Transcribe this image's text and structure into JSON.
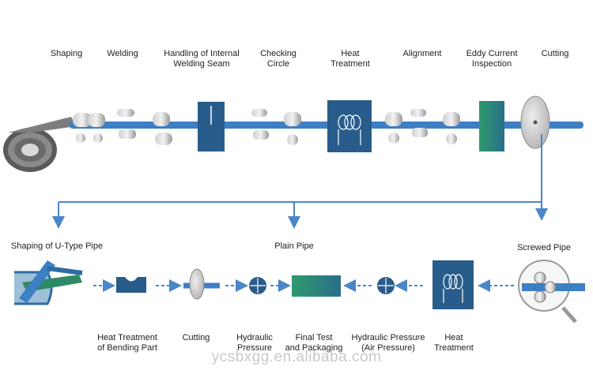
{
  "top_stages": [
    {
      "id": "shaping",
      "label": "Shaping"
    },
    {
      "id": "welding",
      "label": "Welding"
    },
    {
      "id": "handling",
      "label": "Handling of Internal\nWelding Seam"
    },
    {
      "id": "checking",
      "label": "Checking\nCircle"
    },
    {
      "id": "heat",
      "label": "Heat\nTreatment"
    },
    {
      "id": "alignment",
      "label": "Alignment"
    },
    {
      "id": "eddy",
      "label": "Eddy Current\nInspection"
    },
    {
      "id": "cutting",
      "label": "Cutting"
    }
  ],
  "branches": {
    "left": "Shaping of U-Type Pipe",
    "middle": "Plain Pipe",
    "right": "Screwed Pipe"
  },
  "bottom_stages": [
    {
      "id": "heat_bend",
      "label": "Heat Treatment\nof Bending Part"
    },
    {
      "id": "cutting2",
      "label": "Cutting"
    },
    {
      "id": "hydraulic",
      "label": "Hydraulic\nPressure"
    },
    {
      "id": "final",
      "label": "Final Test\nand Packaging"
    },
    {
      "id": "hydraulic_air",
      "label": "Hydraulic Pressure\n(Air Pressure)"
    },
    {
      "id": "heat2",
      "label": "Heat\nTreatment"
    }
  ],
  "watermark": "ycsbxgg.en.alibaba.com",
  "colors": {
    "pipe": "#3d7fc4",
    "line": "#4a86c8",
    "box": "#285c8a",
    "green": "#2e8a64"
  }
}
